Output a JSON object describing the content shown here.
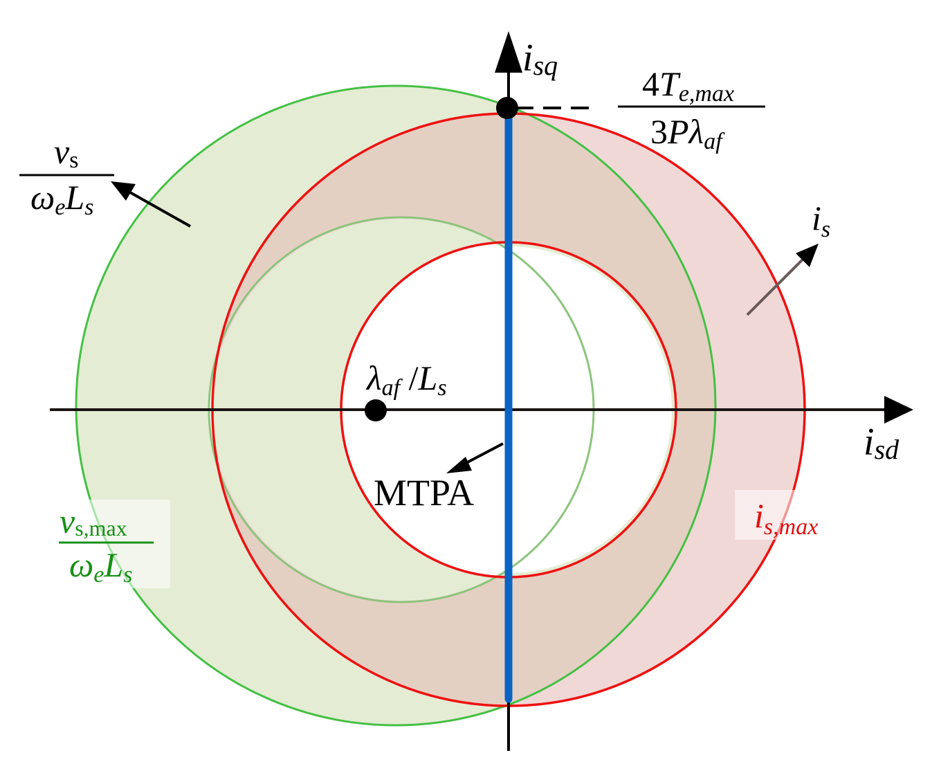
{
  "colors": {
    "voltage_limit": "#44c044",
    "voltage_fill": "#e4ecd4",
    "current_limit": "#ee1111",
    "current_fill": "#f0d8d6",
    "overlap_fill": "#e4d0c2",
    "mtpa_line": "#0a64c4",
    "axes": "#000000",
    "label_green": "#169016",
    "label_red": "#e01010"
  },
  "axes": {
    "x_var": "i",
    "x_sub": "sd",
    "y_var": "i",
    "y_sub": "sq"
  },
  "labels": {
    "voltage_circle": {
      "num_var": "v",
      "num_sub": "s",
      "den_a": "ω",
      "den_a_sub": "e",
      "den_b": "L",
      "den_b_sub": "s"
    },
    "voltage_max": {
      "num_var": "v",
      "num_sub": "s,max",
      "den_a": "ω",
      "den_a_sub": "e",
      "den_b": "L",
      "den_b_sub": "s"
    },
    "current_circle": {
      "var": "i",
      "sub": "s"
    },
    "current_max": {
      "var": "i",
      "sub": "s,max"
    },
    "torque_limit": {
      "num_lead": "4",
      "num_var": "T",
      "num_sub": "e,max",
      "den_lead": "3",
      "den_p": "P",
      "den_lambda": "λ",
      "den_sub": "af"
    },
    "center_point": {
      "lambda": "λ",
      "sub": "af",
      "sep": " /",
      "L": "L",
      "L_sub": "s"
    },
    "mtpa": "MTPA"
  },
  "icons": [
    "arrow-head-icon",
    "point-marker-icon"
  ]
}
